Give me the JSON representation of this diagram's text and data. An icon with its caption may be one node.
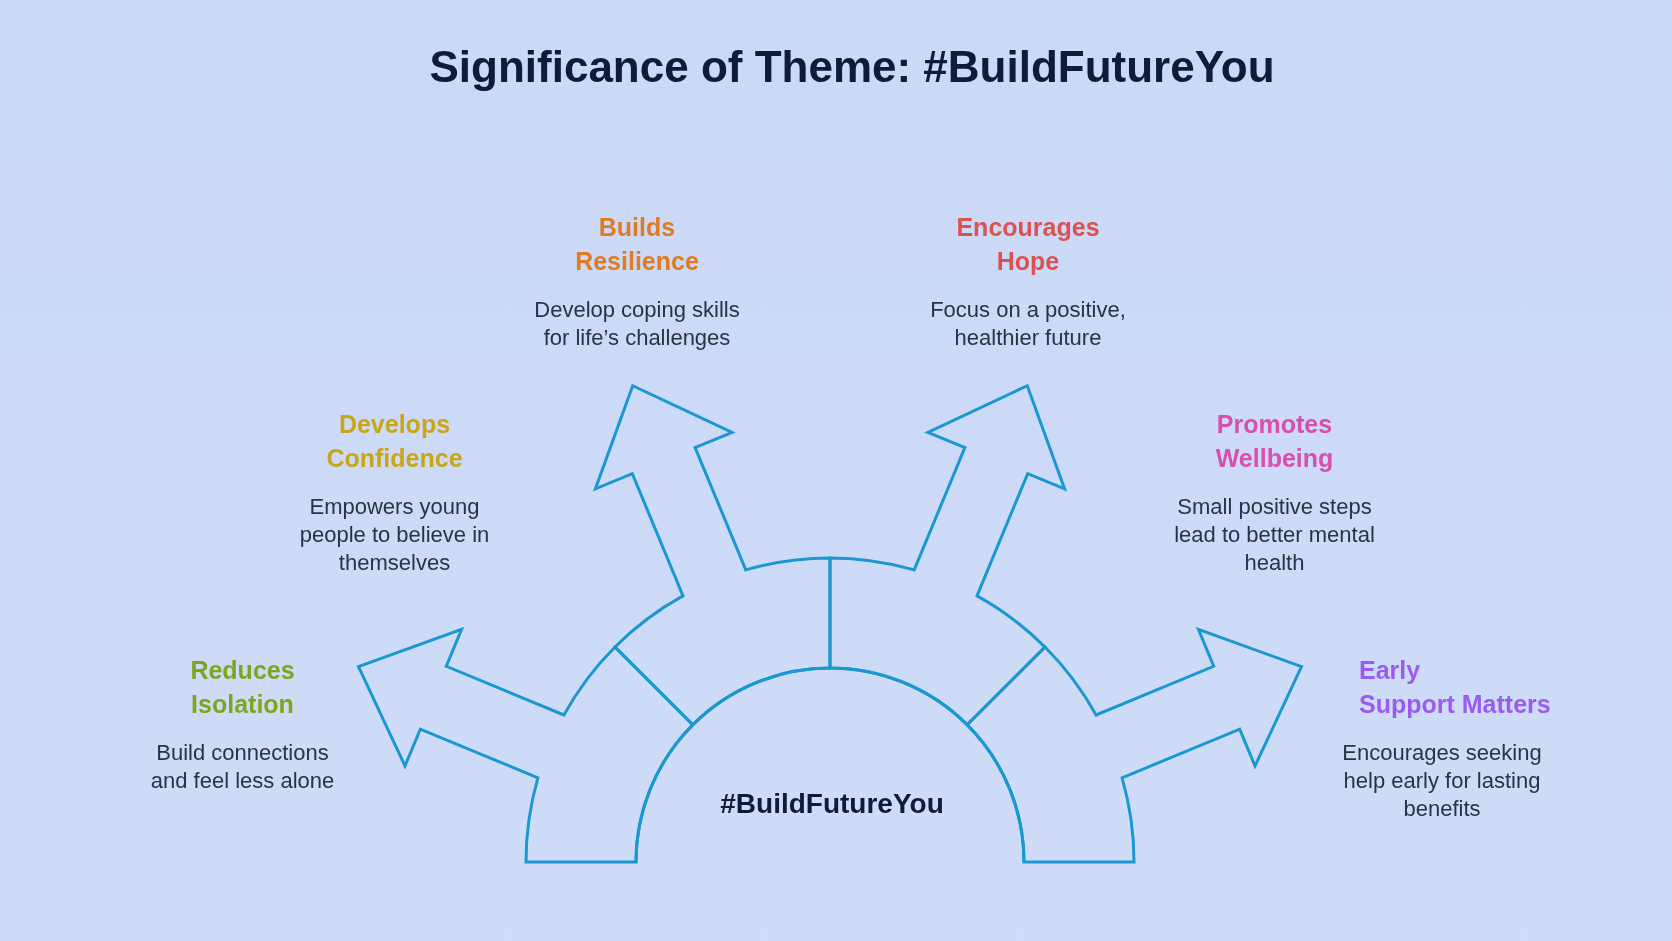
{
  "diagram": {
    "title": "Significance of Theme: #BuildFutureYou",
    "nodes": [
      {
        "text": [
          "Builds Resilience",
          "Develop coping skills for life’s challenges"
        ]
      },
      {
        "text": [
          "Encourages Hope",
          "Focus on a positive, healthier future"
        ]
      },
      {
        "text": [
          "Develops Confidence",
          "Empowers young people to believe in themselves"
        ]
      },
      {
        "text": [
          "Promotes Wellbeing",
          "Small positive steps lead to better mental health"
        ]
      },
      {
        "text": [
          "Reduces Isolation",
          "Build connections and feel less alone"
        ]
      },
      {
        "text": [
          "Early Support Matters",
          "Encourages seeking help early for lasting benefits"
        ]
      },
      {
        "text": [
          "#BuildFutureYou"
        ]
      }
    ],
    "edges": [
      {
        "from": 6,
        "to": 4,
        "arrow": "to"
      },
      {
        "from": 6,
        "to": 0,
        "arrow": "to"
      },
      {
        "from": 6,
        "to": 1,
        "arrow": "to"
      },
      {
        "from": 6,
        "to": 5,
        "arrow": "to"
      }
    ]
  }
}
